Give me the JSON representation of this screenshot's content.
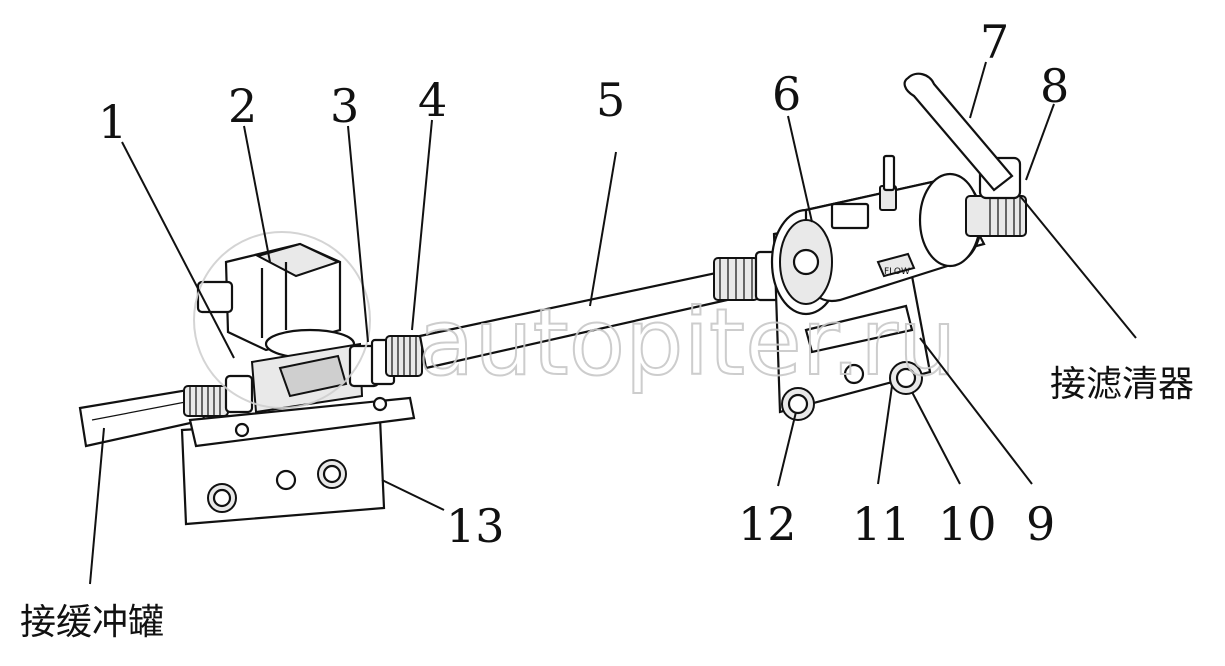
{
  "diagram": {
    "callouts": [
      "1",
      "2",
      "3",
      "4",
      "5",
      "6",
      "7",
      "8",
      "9",
      "10",
      "11",
      "12",
      "13"
    ],
    "left_label": "接缓冲罐",
    "right_label": "接滤清器",
    "watermark": "autopiter.ru",
    "flow_mark": "FLOW"
  }
}
